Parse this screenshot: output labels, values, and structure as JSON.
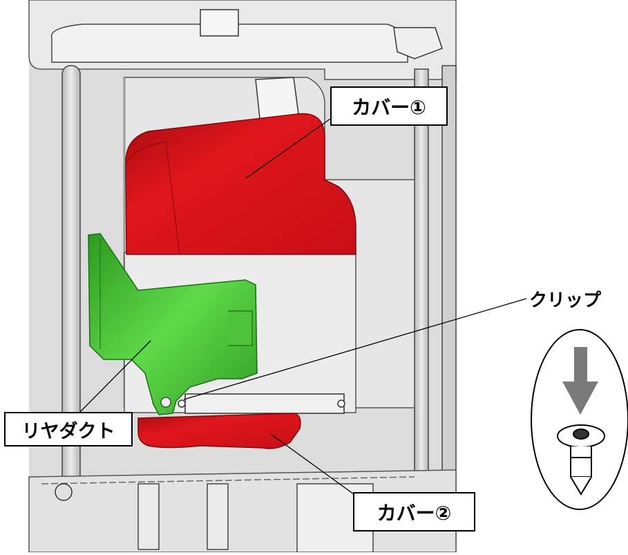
{
  "labels": {
    "cover1": "カバー①",
    "cover2": "カバー②",
    "rear_duct": "リヤダクト",
    "clip": "クリップ"
  },
  "colors": {
    "cover_red": "#d9141b",
    "duct_green": "#3fbf2c",
    "housing_gray": "#e2e2e2",
    "frame_gray": "#c9c9c9",
    "clip_arrow": "#7a7a7a"
  },
  "icons": [
    "down-arrow-icon",
    "clip-fastener-icon"
  ]
}
